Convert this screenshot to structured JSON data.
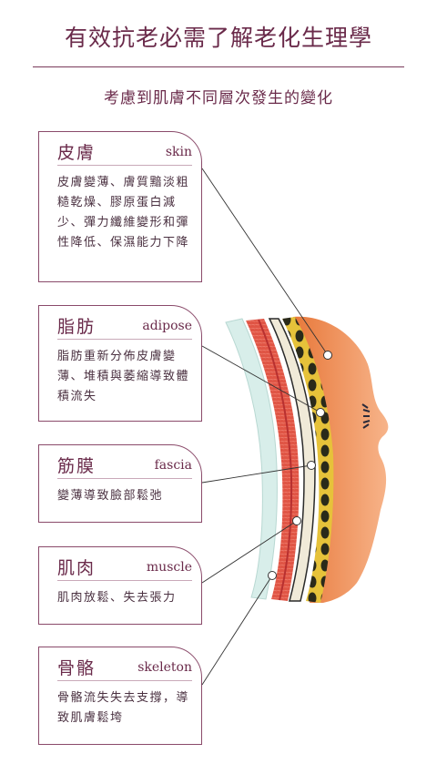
{
  "title": "有效抗老必需了解老化生理學",
  "subtitle": "考慮到肌膚不同層次發生的變化",
  "layers": [
    {
      "zh": "皮膚",
      "en": "skin",
      "desc": "皮膚變薄、膚質黯淡粗糙乾燥、膠原蛋白減少、彈力纖維變形和彈性降低、保濕能力下降"
    },
    {
      "zh": "脂肪",
      "en": "adipose",
      "desc": "脂肪重新分佈皮膚變薄、堆積與萎縮導致體積流失"
    },
    {
      "zh": "筋膜",
      "en": "fascia",
      "desc": "變薄導致臉部鬆弛"
    },
    {
      "zh": "肌肉",
      "en": "muscle",
      "desc": "肌肉放鬆、失去張力"
    },
    {
      "zh": "骨骼",
      "en": "skeleton",
      "desc": "骨骼流失失去支撐，導致肌膚鬆垮"
    }
  ],
  "colors": {
    "accent": "#6a2a4a",
    "skin": "#f2a070",
    "muscle": "#e05545",
    "fat": "#e8c840",
    "bone": "#d8eeea"
  }
}
